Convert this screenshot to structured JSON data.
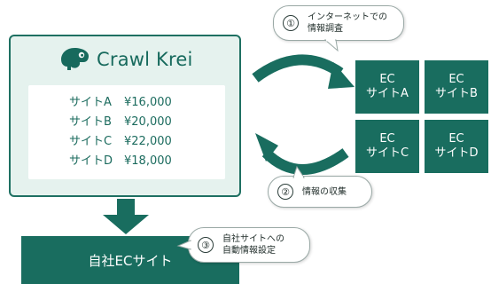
{
  "brand": {
    "name": "Crawl Krei"
  },
  "price_list": [
    {
      "site": "サイトA",
      "price": "¥16,000"
    },
    {
      "site": "サイトB",
      "price": "¥20,000"
    },
    {
      "site": "サイトC",
      "price": "¥22,000"
    },
    {
      "site": "サイトD",
      "price": "¥18,000"
    }
  ],
  "ec_sites": [
    {
      "line1": "EC",
      "line2": "サイトA"
    },
    {
      "line1": "EC",
      "line2": "サイトB"
    },
    {
      "line1": "EC",
      "line2": "サイトC"
    },
    {
      "line1": "EC",
      "line2": "サイトD"
    }
  ],
  "steps": [
    {
      "number": "①",
      "line1": "インターネットでの",
      "line2": "情報調査"
    },
    {
      "number": "②",
      "line1": "情報の収集",
      "line2": ""
    },
    {
      "number": "③",
      "line1": "自社サイトへの",
      "line2": "自動情報設定"
    }
  ],
  "own_site": {
    "label": "自社ECサイト"
  },
  "colors": {
    "primary": "#196d5f",
    "panel_bg": "#e5f2ee",
    "text": "#1b6b5e"
  }
}
